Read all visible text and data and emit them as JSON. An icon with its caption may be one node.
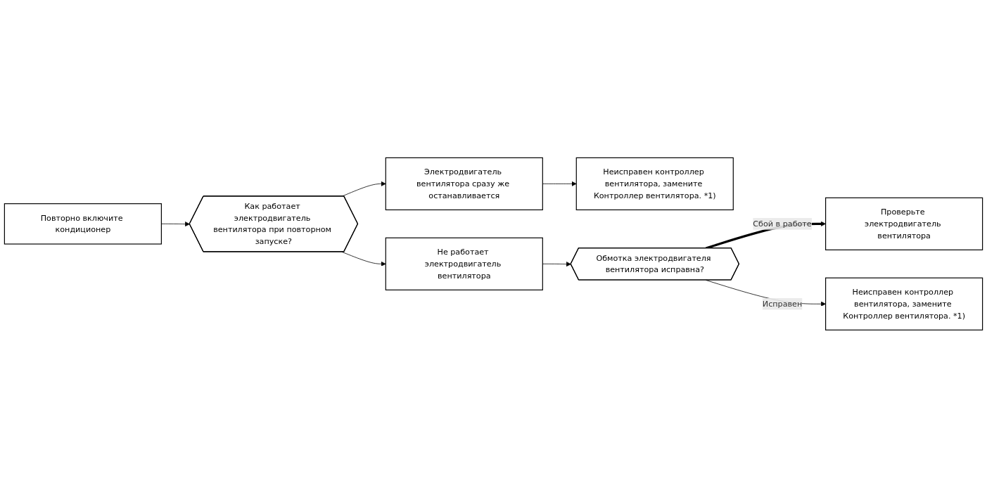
{
  "diagram": {
    "nodes": [
      {
        "text": [
          "Повторно включите кондиционер"
        ]
      },
      {
        "text": [
          "Как работает электродвигатель вентилятора при повторном запуске?"
        ]
      },
      {
        "text": [
          "Электродвигатель вентилятора сразу же останавливается"
        ]
      },
      {
        "text": [
          "Неисправен контроллер вентилятора, замените Контроллер вентилятора. *1)"
        ]
      },
      {
        "text": [
          "Не работает электродвигатель вентилятора"
        ]
      },
      {
        "text": [
          "Обмотка электродвигателя вентилятора исправна?"
        ]
      },
      {
        "text": [
          "Проверьте электродвигатель вентилятора"
        ]
      },
      {
        "text": [
          "Неисправен контроллер вентилятора, замените Контроллер вентилятора. *1)"
        ]
      }
    ],
    "edges": [
      {
        "from": 0,
        "to": 1,
        "arrow": "to"
      },
      {
        "from": 1,
        "to": 2,
        "arrow": "to"
      },
      {
        "from": 2,
        "to": 3,
        "arrow": "to"
      },
      {
        "from": 1,
        "to": 4,
        "arrow": "to"
      },
      {
        "from": 4,
        "to": 5,
        "arrow": "to"
      },
      {
        "from": 5,
        "to": 6,
        "arrow": "to",
        "label": "Сбой в работе",
        "style": "thick"
      },
      {
        "from": 5,
        "to": 7,
        "arrow": "to",
        "label": "Исправен"
      }
    ]
  }
}
